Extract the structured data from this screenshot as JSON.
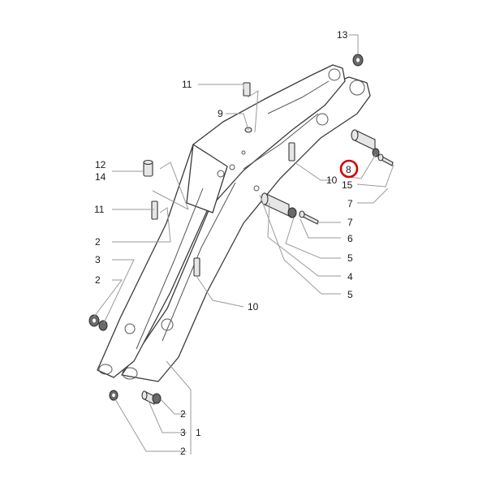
{
  "callouts": {
    "c13": "13",
    "c11a": "11",
    "c9": "9",
    "c12": "12",
    "c14": "14",
    "c11b": "11",
    "c10a": "10",
    "c8": "8",
    "c15": "15",
    "c7a": "7",
    "c7b": "7",
    "c6": "6",
    "c5a": "5",
    "c4": "4",
    "c5b": "5",
    "c2a": "2",
    "c3a": "3",
    "c2b": "2",
    "c10b": "10",
    "c2c": "2",
    "c3b": "3",
    "c1": "1",
    "c2d": "2"
  },
  "highlight": {
    "callout": "8",
    "color": "#d40000"
  }
}
